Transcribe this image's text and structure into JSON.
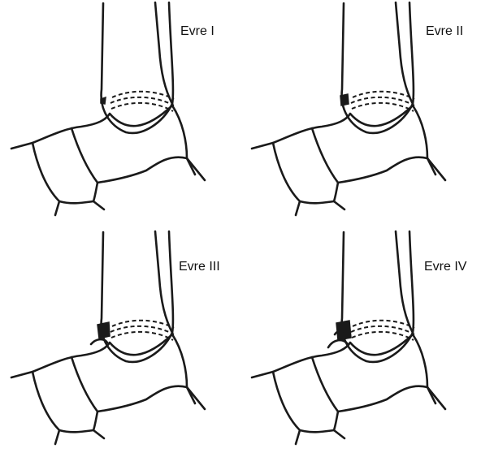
{
  "panels": [
    {
      "label": "Evre I",
      "stage": 1
    },
    {
      "label": "Evre II",
      "stage": 2
    },
    {
      "label": "Evre III",
      "stage": 3
    },
    {
      "label": "Evre IV",
      "stage": 4
    }
  ]
}
